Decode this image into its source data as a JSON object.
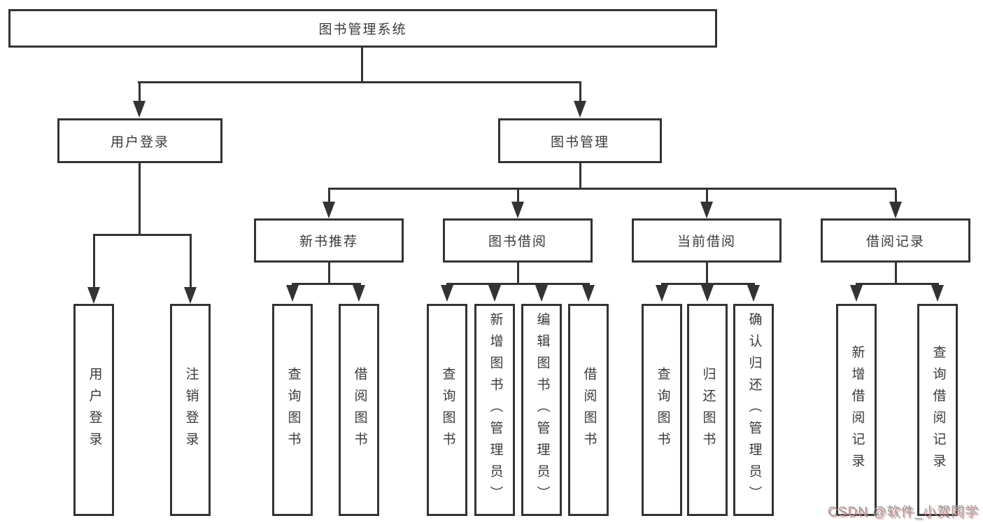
{
  "colors": {
    "line": "#333333",
    "text": "#3a3a3a",
    "background": "#ffffff",
    "watermark_text": "#9e9e9e",
    "watermark_shadow": "#d67878"
  },
  "tree": {
    "root": "图书管理系统",
    "level1": {
      "user_login": "用户登录",
      "book_mgmt": "图书管理"
    },
    "level2": {
      "new_books": "新书推荐",
      "book_borrow": "图书借阅",
      "current_borrow": "当前借阅",
      "borrow_records": "借阅记录"
    },
    "leaves": {
      "user_login": [
        "用户登录",
        "注销登录"
      ],
      "new_books": [
        "查询图书",
        "借阅图书"
      ],
      "book_borrow": [
        "查询图书",
        "新增图书（管理员）",
        "编辑图书（管理员）",
        "借阅图书"
      ],
      "current_borrow": [
        "查询图书",
        "归还图书",
        "确认归还（管理员）"
      ],
      "borrow_records": [
        "新增借阅记录",
        "查询借阅记录"
      ]
    }
  },
  "watermark": "CSDN @软件_小贺同学"
}
